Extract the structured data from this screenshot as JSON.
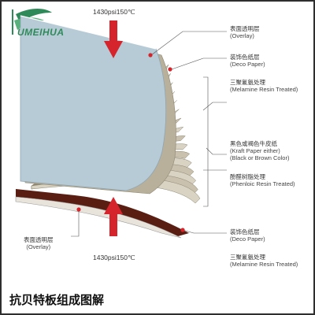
{
  "logo": {
    "text": "UMEIHUA"
  },
  "pressure": {
    "top": "1430psi150℃",
    "bottom": "1430psi150℃"
  },
  "labels": {
    "overlay_top": {
      "zh": "表面透明层",
      "en": "(Overlay)"
    },
    "deco_top": {
      "zh": "装饰色纸层",
      "en": "(Deco Paper)"
    },
    "melamine_top": {
      "zh": "三聚氰氨处理",
      "en": "(Melamine Resin Treated)"
    },
    "kraft": {
      "zh": "黑色或褐色牛皮纸",
      "en1": "(Kraft Paper either)",
      "en2": "(Black or Brown Color)"
    },
    "phenolic": {
      "zh": "酚醛树脂处理",
      "en": "(Phenloic Resin Treated)"
    },
    "overlay_bottom": {
      "zh": "表面透明层",
      "en": "(Overlay)"
    },
    "deco_bottom": {
      "zh": "装饰色纸层",
      "en": "(Deco Paper)"
    },
    "melamine_bottom": {
      "zh": "三聚氰氨处理",
      "en": "(Melamine Resin Treated)"
    }
  },
  "caption": "抗贝特板组成图解",
  "colors": {
    "overlay": "#b7cbd6",
    "deco": "#b8b09a",
    "kraft": "#d9d3c4",
    "bottom_sheet": "#5a1d12",
    "arrow": "#d6242c",
    "leader": "#555555",
    "dot": "#d6242c",
    "logo": "#2f8a5a"
  }
}
